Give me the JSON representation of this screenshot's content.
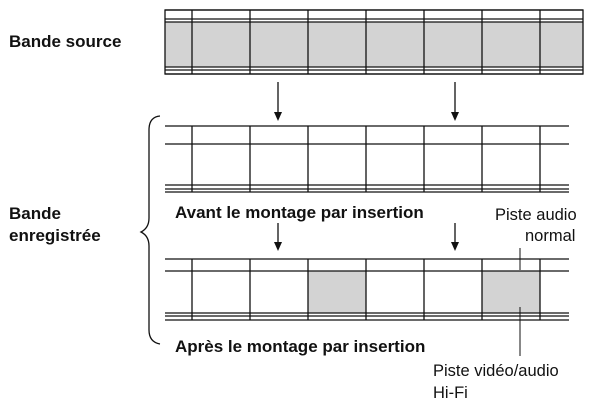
{
  "labels": {
    "source_tape": "Bande source",
    "recorded_tape_line1": "Bande",
    "recorded_tape_line2": "enregistrée",
    "before_insert": "Avant le montage par insertion",
    "after_insert": "Après le montage par insertion",
    "normal_audio_line1": "Piste audio",
    "normal_audio_line2": "normal",
    "hifi_line1": "Piste vidéo/audio",
    "hifi_line2": "Hi-Fi"
  },
  "tapes": {
    "source": {
      "frames": 7,
      "filled": [
        0,
        1,
        2,
        3,
        4,
        5,
        6
      ]
    },
    "before": {
      "frames": 7,
      "filled": []
    },
    "after": {
      "frames": 7,
      "filled": [
        2,
        5
      ]
    }
  },
  "colors": {
    "fill": "#d3d3d3",
    "stroke": "#111111",
    "background": "#ffffff"
  }
}
